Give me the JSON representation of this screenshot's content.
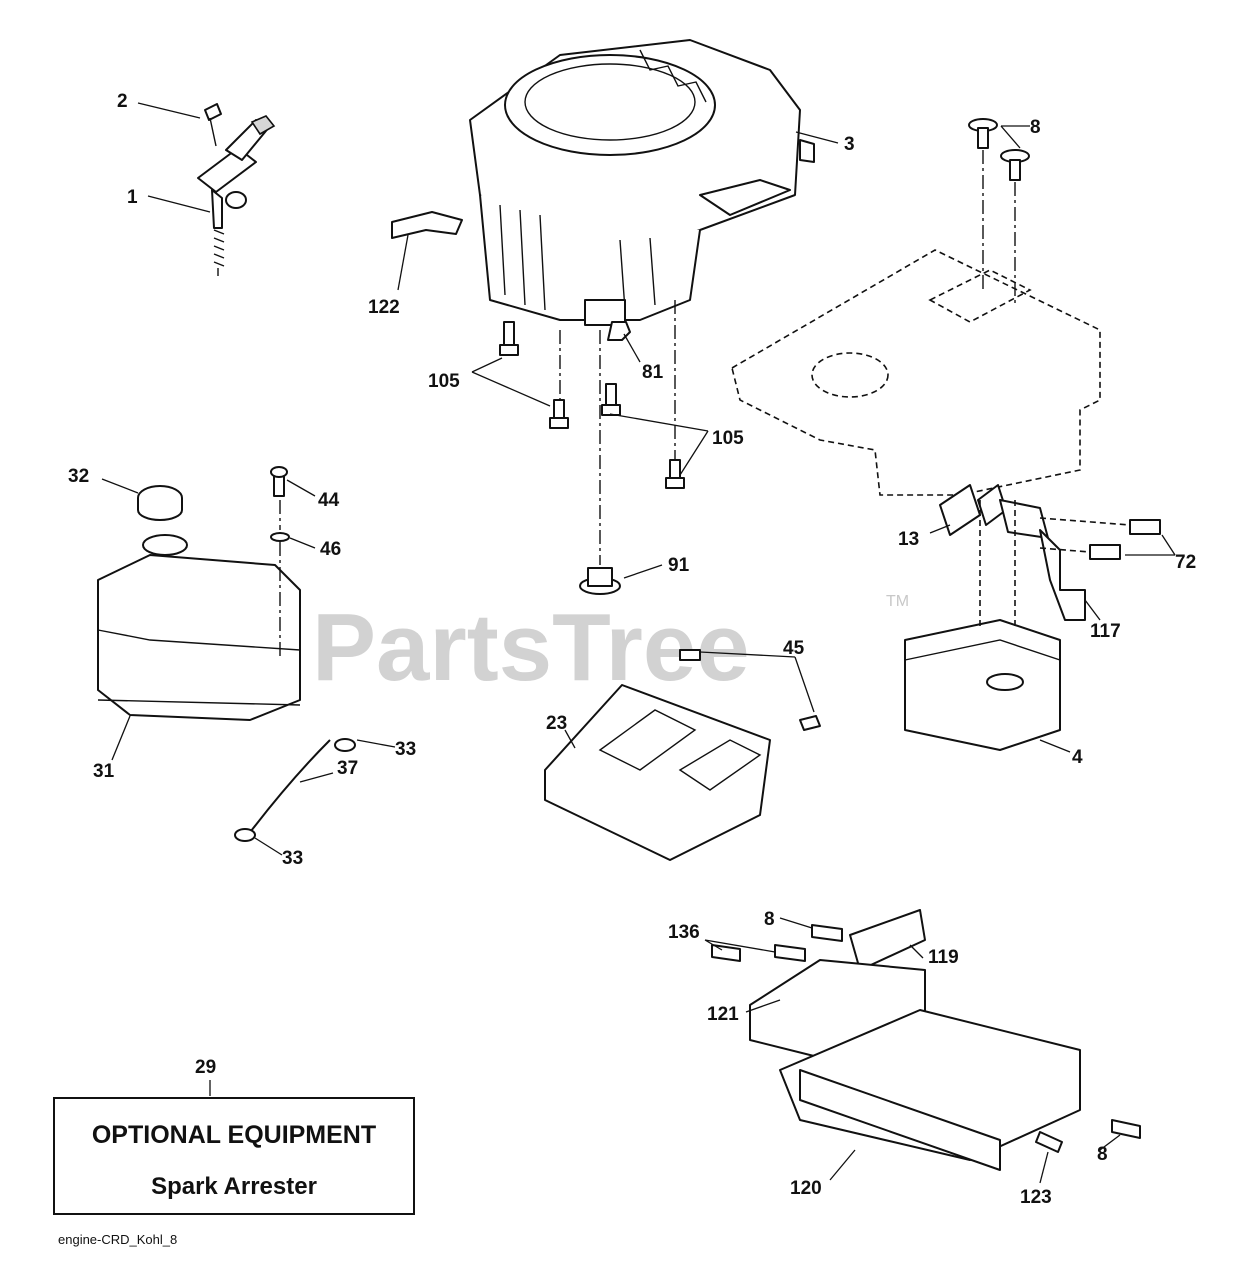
{
  "watermark": {
    "text": "PartsTree",
    "mark": "TM"
  },
  "callouts": {
    "c1": "1",
    "c2": "2",
    "c3": "3",
    "c4": "4",
    "c8a": "8",
    "c8b": "8",
    "c8c": "8",
    "c13": "13",
    "c23": "23",
    "c29": "29",
    "c31": "31",
    "c32": "32",
    "c33a": "33",
    "c33b": "33",
    "c37": "37",
    "c44": "44",
    "c45": "45",
    "c46": "46",
    "c72": "72",
    "c81": "81",
    "c91": "91",
    "c105a": "105",
    "c105b": "105",
    "c117": "117",
    "c119": "119",
    "c120": "120",
    "c121": "121",
    "c122": "122",
    "c123": "123",
    "c136": "136"
  },
  "optional_box": {
    "title": "OPTIONAL EQUIPMENT",
    "subtitle": "Spark Arrester"
  },
  "footer": {
    "diagram_id": "engine-CRD_Kohl_8"
  },
  "colors": {
    "line": "#111111",
    "watermark": "#d2d2d2",
    "shade": "#d6d6d6"
  }
}
